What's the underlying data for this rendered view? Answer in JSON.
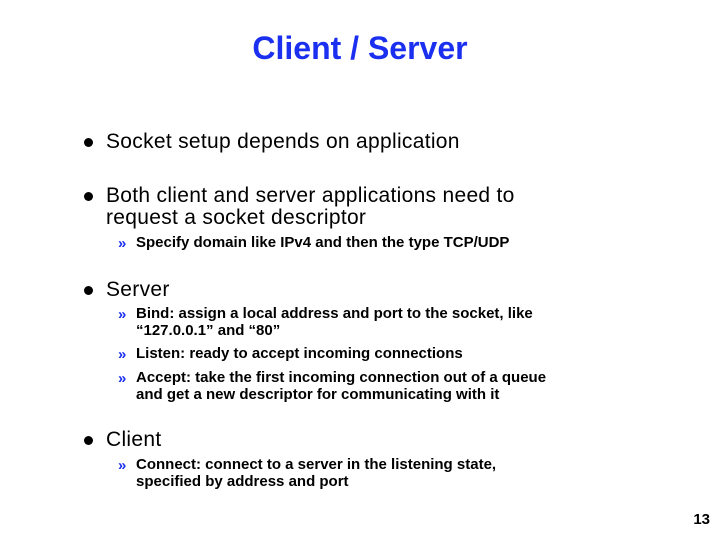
{
  "slide": {
    "title": "Client / Server",
    "title_color": "#1a2ff0",
    "bullet_icon": "filled-circle",
    "sub_bullet_icon": "double-chevron-right",
    "bullets": [
      {
        "lines": [
          "Socket setup depends on application"
        ],
        "subs": []
      },
      {
        "lines": [
          "Both client and server applications need to",
          "request a socket descriptor"
        ],
        "subs": [
          {
            "marker": "»",
            "lines": [
              "Specify domain like IPv4 and then the type TCP/UDP"
            ]
          }
        ]
      },
      {
        "lines": [
          "Server"
        ],
        "subs": [
          {
            "marker": "»",
            "lines": [
              "Bind:  assign a local address and port to the socket, like",
              "“127.0.0.1” and “80”"
            ]
          },
          {
            "marker": "»",
            "lines": [
              "Listen: ready to accept incoming connections"
            ]
          },
          {
            "marker": "»",
            "lines": [
              "Accept:  take the first incoming connection out of a queue",
              "and get a new descriptor for communicating with it"
            ]
          }
        ]
      },
      {
        "lines": [
          "Client"
        ],
        "subs": [
          {
            "marker": "»",
            "lines": [
              "Connect:  connect to a server in the listening state,",
              "specified by address and port"
            ]
          }
        ]
      }
    ],
    "page_number": "13"
  }
}
